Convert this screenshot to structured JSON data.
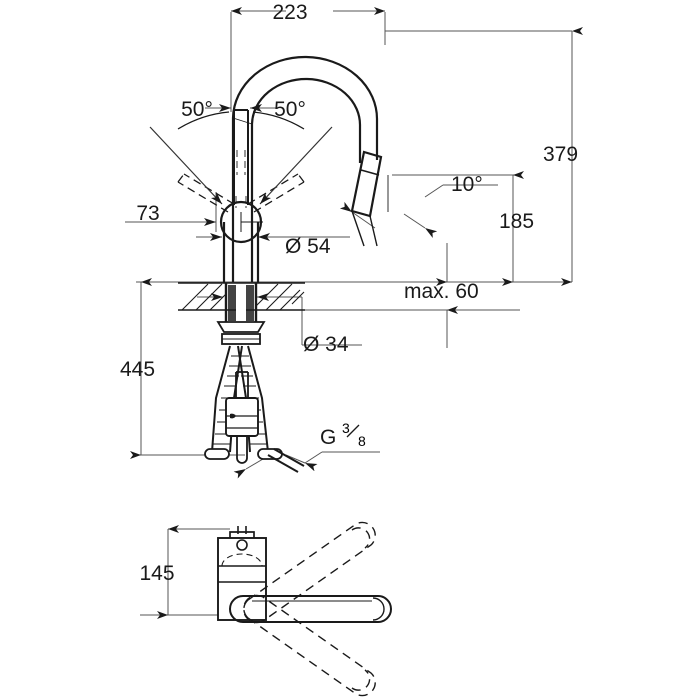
{
  "drawing": {
    "type": "technical-dimension-drawing",
    "subject": "Single-lever kitchen sink mixer with pull-down spray spout",
    "units": "mm",
    "line_color": "#1a1a1a",
    "background_color": "#ffffff",
    "views": [
      {
        "name": "front-elevation",
        "position": "top"
      },
      {
        "name": "plan-view",
        "position": "bottom"
      }
    ]
  },
  "dimensions": {
    "reach_223": "223",
    "lever_angle_left": "50°",
    "lever_angle_right": "50°",
    "lever_offset_73": "73",
    "base_diameter_54": "Ø 54",
    "mount_hole_34": "Ø 34",
    "total_height_379": "379",
    "spout_height_185": "185",
    "counter_thickness": "max. 60",
    "hose_length_445": "445",
    "thread_G": "G",
    "thread_frac_num": "3",
    "thread_frac_den": "8",
    "spray_angle_10": "10°",
    "plan_height_145": "145"
  },
  "labels": {
    "d54": "Ø 54",
    "d34": "Ø 34",
    "max60": "max. 60",
    "deg50a": "50°",
    "deg50b": "50°",
    "deg10": "10°",
    "n223": "223",
    "n73": "73",
    "n379": "379",
    "n185": "185",
    "n445": "445",
    "n145": "145",
    "gthread": "G"
  }
}
